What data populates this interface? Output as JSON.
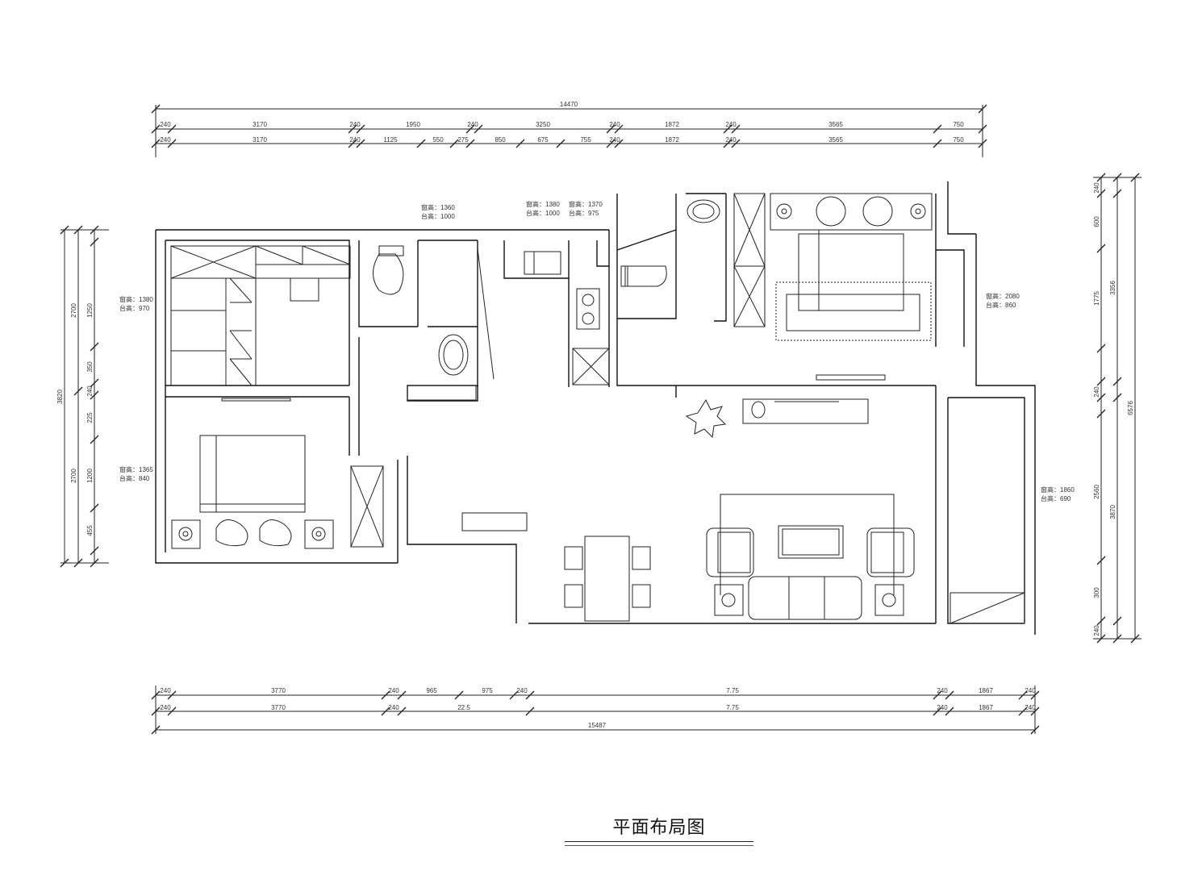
{
  "title": "平面布局图",
  "dims": {
    "top_total": "14470",
    "top_row1": [
      "240",
      "3170",
      "240",
      "1950",
      "240",
      "3250",
      "240",
      "1872",
      "240",
      "3565",
      "750"
    ],
    "top_row2": [
      "240",
      "3170",
      "240",
      "1125",
      "550",
      "275",
      "850",
      "675",
      "755",
      "240",
      "1872",
      "240",
      "3565",
      "750"
    ],
    "bottom_row1": [
      "240",
      "3770",
      "240",
      "965",
      "975",
      "240",
      "7.75",
      "240",
      "1867",
      "240"
    ],
    "bottom_row2": [
      "240",
      "3770",
      "240",
      "22.5",
      "7.75",
      "240",
      "1867",
      "240"
    ],
    "bottom_total": "15487",
    "left_outer": "3820",
    "left_mid": [
      "2700",
      "2700"
    ],
    "left_inner": [
      "1250",
      "350",
      "240",
      "225",
      "1200",
      "455"
    ],
    "right_outer": "6576",
    "right_mid": [
      "3356",
      "3870"
    ],
    "right_inner": [
      "240",
      "600",
      "1775",
      "240",
      "2560",
      "300",
      "240"
    ]
  },
  "notes": {
    "n1a": "窗高：1360",
    "n1b": "台高：1000",
    "n2a": "窗高：1380",
    "n2b": "台高：1000",
    "n3a": "窗高：1370",
    "n3b": "台高：975",
    "n4a": "窗高：1380",
    "n4b": "台高：970",
    "n5a": "窗高：1365",
    "n5b": "台高：840",
    "n6a": "窗高：2080",
    "n6b": "台高：860",
    "n7a": "窗高：1860",
    "n7b": "台高：690"
  }
}
